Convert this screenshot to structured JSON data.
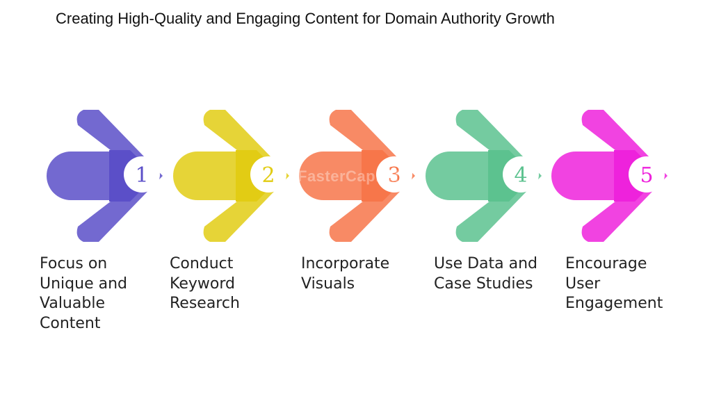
{
  "title": "Creating High-Quality and Engaging Content for Domain Authority Growth",
  "watermark": "FasterCapital",
  "steps": [
    {
      "number": "1",
      "color": "#5b4fc8",
      "label_lines": [
        "Focus on",
        "Unique and",
        "Valuable",
        "Content"
      ]
    },
    {
      "number": "2",
      "color": "#e2cc14",
      "label_lines": [
        "Conduct",
        "Keyword",
        "Research"
      ]
    },
    {
      "number": "3",
      "color": "#f7764a",
      "label_lines": [
        "Incorporate",
        "Visuals"
      ]
    },
    {
      "number": "4",
      "color": "#5cc28f",
      "label_lines": [
        "Use Data and",
        "Case Studies"
      ]
    },
    {
      "number": "5",
      "color": "#ee22dc",
      "label_lines": [
        "Encourage",
        "User",
        "Engagement"
      ]
    }
  ]
}
